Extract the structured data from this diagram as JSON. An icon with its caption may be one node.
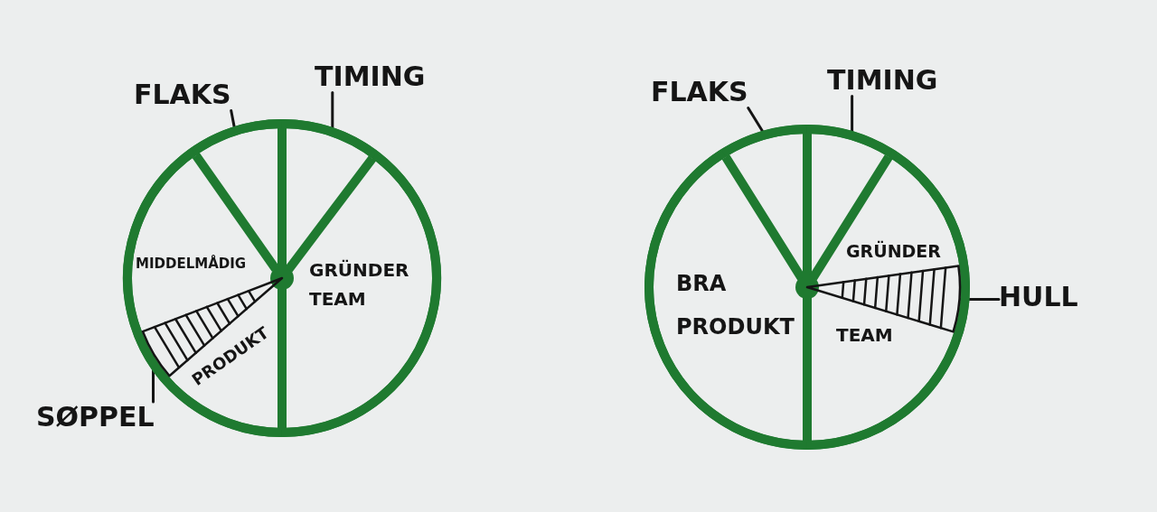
{
  "diagram": {
    "nodes": [
      {
        "text": [
          "FLAKS"
        ]
      },
      {
        "text": [
          "TIMING"
        ]
      },
      {
        "text": [],
        "shape": "circle"
      },
      {
        "text": [],
        "shape": "wedge",
        "in": 2
      },
      {
        "text": [],
        "shape": "wedge",
        "in": 2
      },
      {
        "text": [
          "MIDDELMÅDIG",
          "PRODUKT"
        ],
        "in": 2
      },
      {
        "text": [],
        "shape": "wedge",
        "in": 5
      },
      {
        "text": [
          "GRÜNDER TEAM"
        ],
        "in": 2
      },
      {
        "text": [
          "SØPPEL"
        ]
      },
      {
        "text": [
          "FLAKS"
        ]
      },
      {
        "text": [
          "TIMING"
        ]
      },
      {
        "text": [],
        "shape": "circle"
      },
      {
        "text": [],
        "shape": "wedge",
        "in": 11
      },
      {
        "text": [],
        "shape": "wedge",
        "in": 11
      },
      {
        "text": [
          "BRA PRODUKT"
        ],
        "in": 11
      },
      {
        "text": [
          "GRÜNDER",
          "TEAM"
        ],
        "in": 11
      },
      {
        "text": [],
        "shape": "wedge",
        "in": 15
      },
      {
        "text": [
          "HULL"
        ]
      }
    ],
    "edges": [
      {
        "from": 0,
        "to": 3,
        "arrow": "none"
      },
      {
        "from": 1,
        "to": 4,
        "arrow": "none"
      },
      {
        "from": 8,
        "to": 6,
        "arrow": "none"
      },
      {
        "from": 9,
        "to": 12,
        "arrow": "none"
      },
      {
        "from": 10,
        "to": 13,
        "arrow": "none"
      },
      {
        "from": 17,
        "to": 16,
        "arrow": "none"
      }
    ]
  }
}
